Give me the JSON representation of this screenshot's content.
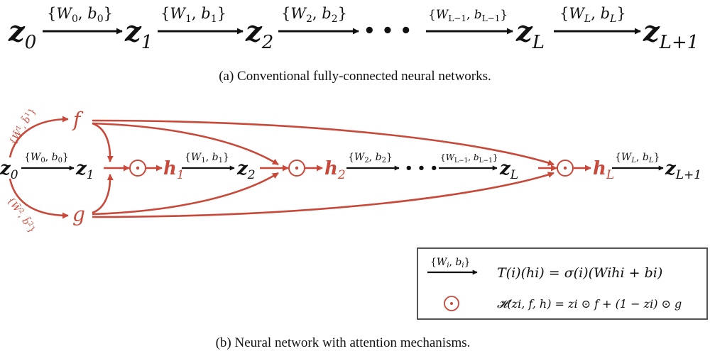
{
  "diagram_a": {
    "nodes": [
      {
        "id": "z0",
        "base": "z",
        "sub": "0"
      },
      {
        "id": "z1",
        "base": "z",
        "sub": "1"
      },
      {
        "id": "z2",
        "base": "z",
        "sub": "2"
      },
      {
        "id": "zL",
        "base": "z",
        "sub": "L"
      },
      {
        "id": "zL1",
        "base": "z",
        "sub": "L+1"
      }
    ],
    "ellipsis": "• • •",
    "edges": [
      {
        "w": "W",
        "ws": "0",
        "b": "b",
        "bs": "0"
      },
      {
        "w": "W",
        "ws": "1",
        "b": "b",
        "bs": "1"
      },
      {
        "w": "W",
        "ws": "2",
        "b": "b",
        "bs": "2"
      },
      {
        "w": "W",
        "ws": "L−1",
        "b": "b",
        "bs": "L−1"
      },
      {
        "w": "W",
        "ws": "L",
        "b": "b",
        "bs": "L"
      }
    ],
    "caption": "(a)  Conventional fully-connected neural networks."
  },
  "diagram_b": {
    "nodes": {
      "z0": {
        "base": "z",
        "sub": "0"
      },
      "z1": {
        "base": "z",
        "sub": "1"
      },
      "z2": {
        "base": "z",
        "sub": "2"
      },
      "zL": {
        "base": "z",
        "sub": "L"
      },
      "zL1": {
        "base": "z",
        "sub": "L+1"
      },
      "h1": {
        "base": "h",
        "sub": "1"
      },
      "h2": {
        "base": "h",
        "sub": "2"
      },
      "hL": {
        "base": "h",
        "sub": "L"
      },
      "f": "f",
      "g": "g"
    },
    "ellipsis": "• • •",
    "odot": "⊙",
    "edges": [
      {
        "w": "W",
        "ws": "0",
        "b": "b",
        "bs": "0"
      },
      {
        "w": "W",
        "ws": "1",
        "b": "b",
        "bs": "1"
      },
      {
        "w": "W",
        "ws": "2",
        "b": "b",
        "bs": "2"
      },
      {
        "w": "W",
        "ws": "L−1",
        "b": "b",
        "bs": "L−1"
      },
      {
        "w": "W",
        "ws": "L",
        "b": "b",
        "bs": "L"
      }
    ],
    "f_edge": {
      "w": "W̃",
      "ws": "1",
      "b": "b̃",
      "bs": "1"
    },
    "g_edge": {
      "w": "W̃",
      "ws": "2",
      "b": "b̃",
      "bs": "2"
    },
    "legend": {
      "edge": {
        "w": "W",
        "ws": "i",
        "b": "b",
        "bs": "i"
      },
      "transform": "T(i)(hi) = σ(i)(Wihi + bi)",
      "gate": "𝓗(zi, f, h) = zi ⊙ f + (1 − zi) ⊙ g"
    },
    "caption": "(b)  Neural network with attention mechanisms."
  },
  "colors": {
    "black": "#111111",
    "red": "#c8493a"
  }
}
